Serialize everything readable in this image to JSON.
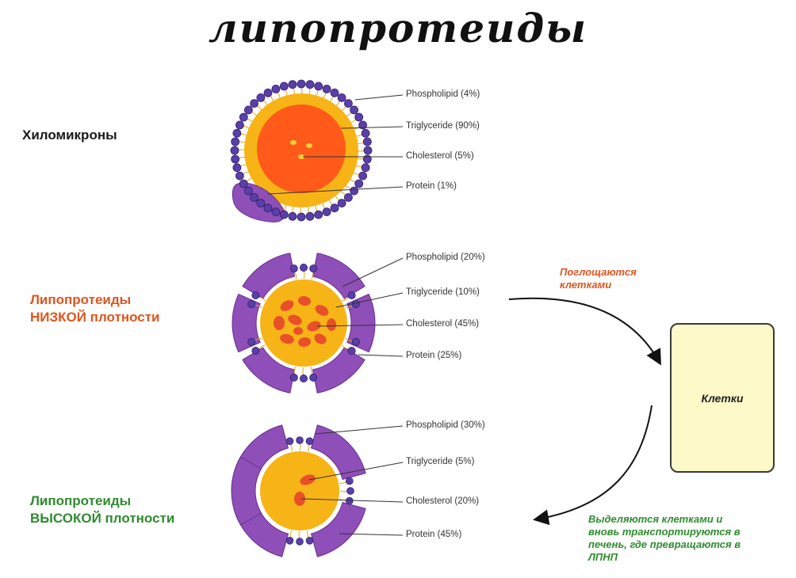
{
  "title": "липопротеиды",
  "particles": [
    {
      "label_lines": [
        "Хиломикроны"
      ],
      "label_color": "#1a1a1a",
      "components": [
        {
          "label": "Phospholipid (4%)"
        },
        {
          "label": "Triglyceride (90%)"
        },
        {
          "label": "Cholesterol (5%)"
        },
        {
          "label": "Protein (1%)"
        }
      ]
    },
    {
      "label_lines": [
        "Липопротеиды",
        "НИЗКОЙ плотности"
      ],
      "label_color": "#e0541f",
      "components": [
        {
          "label": "Phospholipid (20%)"
        },
        {
          "label": "Triglyceride (10%)"
        },
        {
          "label": "Cholesterol (45%)"
        },
        {
          "label": "Protein (25%)"
        }
      ]
    },
    {
      "label_lines": [
        "Липопротеиды",
        "ВЫСОКОЙ плотности"
      ],
      "label_color": "#2e8b2e",
      "components": [
        {
          "label": "Phospholipid (30%)"
        },
        {
          "label": "Triglyceride (5%)"
        },
        {
          "label": "Cholesterol (20%)"
        },
        {
          "label": "Protein (45%)"
        }
      ]
    }
  ],
  "cell_label": "Клетки",
  "note_absorbed": {
    "lines": [
      "Поглощаются",
      "клетками"
    ],
    "color": "#e0541f"
  },
  "note_secreted": {
    "lines": [
      "Выделяются клетками и",
      "вновь транспортируются в",
      "печень, где превращаются в",
      "ЛПНП"
    ],
    "color": "#2e8b2e"
  },
  "colors": {
    "core_outer": "#f6b417",
    "core_chylo": "#ff5a1a",
    "cholesterol_spot": "#e8502a",
    "chylo_spot": "#ffd23a",
    "phospholipid_head": "#5b3fa8",
    "protein": "#8e4fb8",
    "tail": "#e8a020"
  }
}
